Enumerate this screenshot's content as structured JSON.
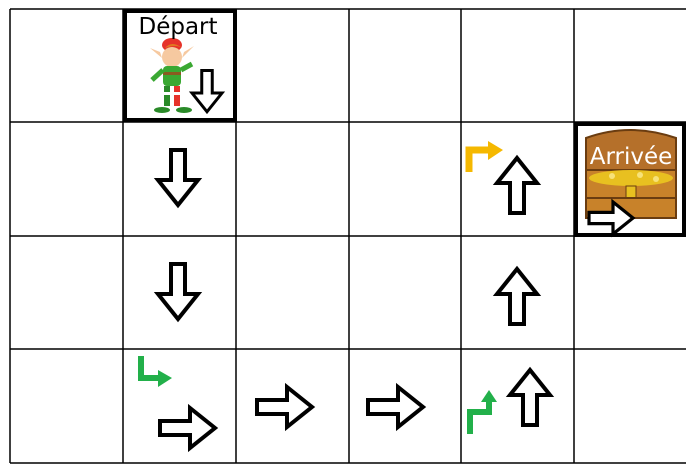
{
  "board": {
    "rows": 4,
    "cols": 6,
    "start_label": "Départ",
    "end_label": "Arrivée",
    "start_cell": {
      "row": 1,
      "col": 2
    },
    "end_cell": {
      "row": 2,
      "col": 6
    },
    "start_character": "elf-icon",
    "end_object": "treasure-chest-icon"
  },
  "path_arrows": [
    {
      "row": 1,
      "col": 2,
      "direction": "down"
    },
    {
      "row": 2,
      "col": 2,
      "direction": "down"
    },
    {
      "row": 3,
      "col": 2,
      "direction": "down"
    },
    {
      "row": 4,
      "col": 2,
      "direction": "right"
    },
    {
      "row": 4,
      "col": 3,
      "direction": "right"
    },
    {
      "row": 4,
      "col": 4,
      "direction": "right"
    },
    {
      "row": 4,
      "col": 5,
      "direction": "up"
    },
    {
      "row": 3,
      "col": 5,
      "direction": "up"
    },
    {
      "row": 2,
      "col": 5,
      "direction": "up"
    },
    {
      "row": 2,
      "col": 6,
      "direction": "right"
    }
  ],
  "turn_markers": [
    {
      "row": 4,
      "col": 2,
      "turn": "left",
      "color": "#22b04a"
    },
    {
      "row": 4,
      "col": 5,
      "turn": "left",
      "color": "#22b04a"
    },
    {
      "row": 2,
      "col": 5,
      "turn": "right",
      "color": "#f5b800"
    }
  ],
  "colors": {
    "grid": "#000000",
    "turn_left": "#22b04a",
    "turn_right": "#f5b800",
    "chest_wood": "#c8822a",
    "gold": "#e8c020"
  }
}
